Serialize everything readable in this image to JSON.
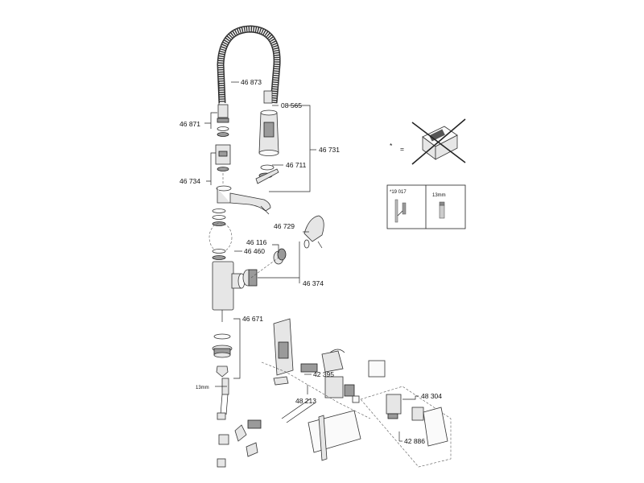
{
  "labels": {
    "p46873": "46 873",
    "p46871": "46 871",
    "p08565": "08 565",
    "p46731": "46 731",
    "p46711": "46 711",
    "p46734": "46 734",
    "p46729": "46 729",
    "p46116": "46 116",
    "p46460": "46 460",
    "p46374": "46 374",
    "p46671": "46 671",
    "p13mm": "13mm",
    "p42395": "42 395",
    "p48213": "48 213",
    "p48304": "48 304",
    "p42886": "42 886"
  },
  "legend": {
    "asterisk": "*",
    "equals": "=",
    "tool_code": "*19 017",
    "tool_size": "13mm"
  }
}
